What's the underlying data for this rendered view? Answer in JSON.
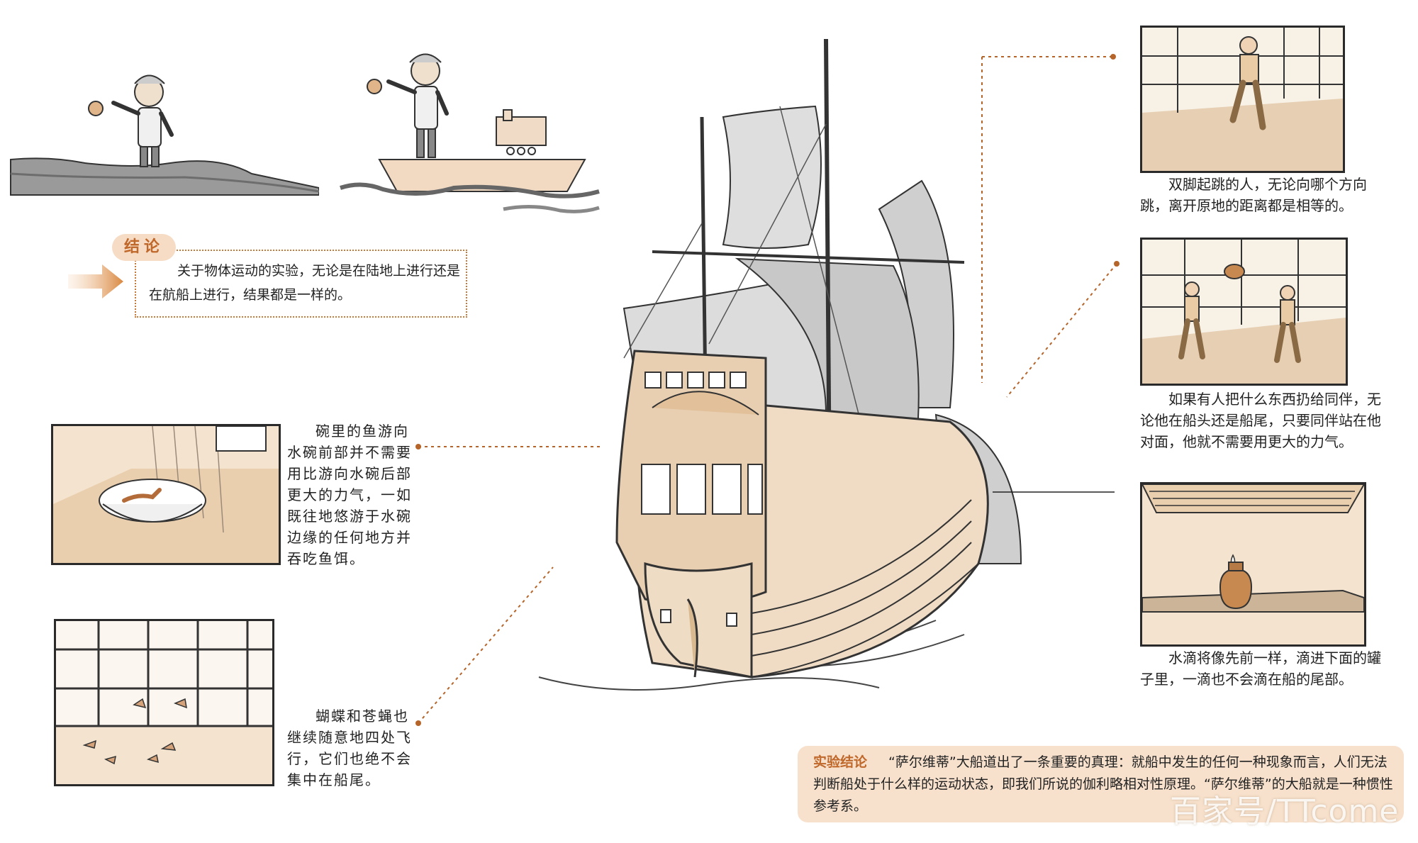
{
  "conclusion": {
    "tag": "结论",
    "text": "关于物体运动的实验，无论是在陆地上进行还是在航船上进行，结果都是一样的。"
  },
  "captions": {
    "fish_bowl": "碗里的鱼游向水碗前部并不需要用比游向水碗后部更大的力气，一如既往地悠游于水碗边缘的任何地方并吞吃鱼饵。",
    "butterflies": "蝴蝶和苍蝇也继续随意地四处飞行，它们也绝不会集中在船尾。",
    "jumping_man": "双脚起跳的人，无论向哪个方向跳，离开原地的距离都是相等的。",
    "throwing": "如果有人把什么东西扔给同伴，无论他在船头还是船尾，只要同伴站在他对面，他就不需要用更大的力气。",
    "water_drop": "水滴将像先前一样，滴进下面的罐子里，一滴也不会滴在船的尾部。"
  },
  "final_conclusion": {
    "title": "实验结论",
    "text": "“萨尔维蒂”大船道出了一条重要的真理：就船中发生的任何一种现象而言，人们无法判断船处于什么样的运动状态，即我们所说的伽利略相对性原理。“萨尔维蒂”的大船就是一种惯性参考系。"
  },
  "watermark": "百家号/TTcome",
  "colors": {
    "accent": "#c0672a",
    "accent_light": "#f7e1cc",
    "panel_bg": "#f3e3cf",
    "leader": "#b5652a"
  }
}
